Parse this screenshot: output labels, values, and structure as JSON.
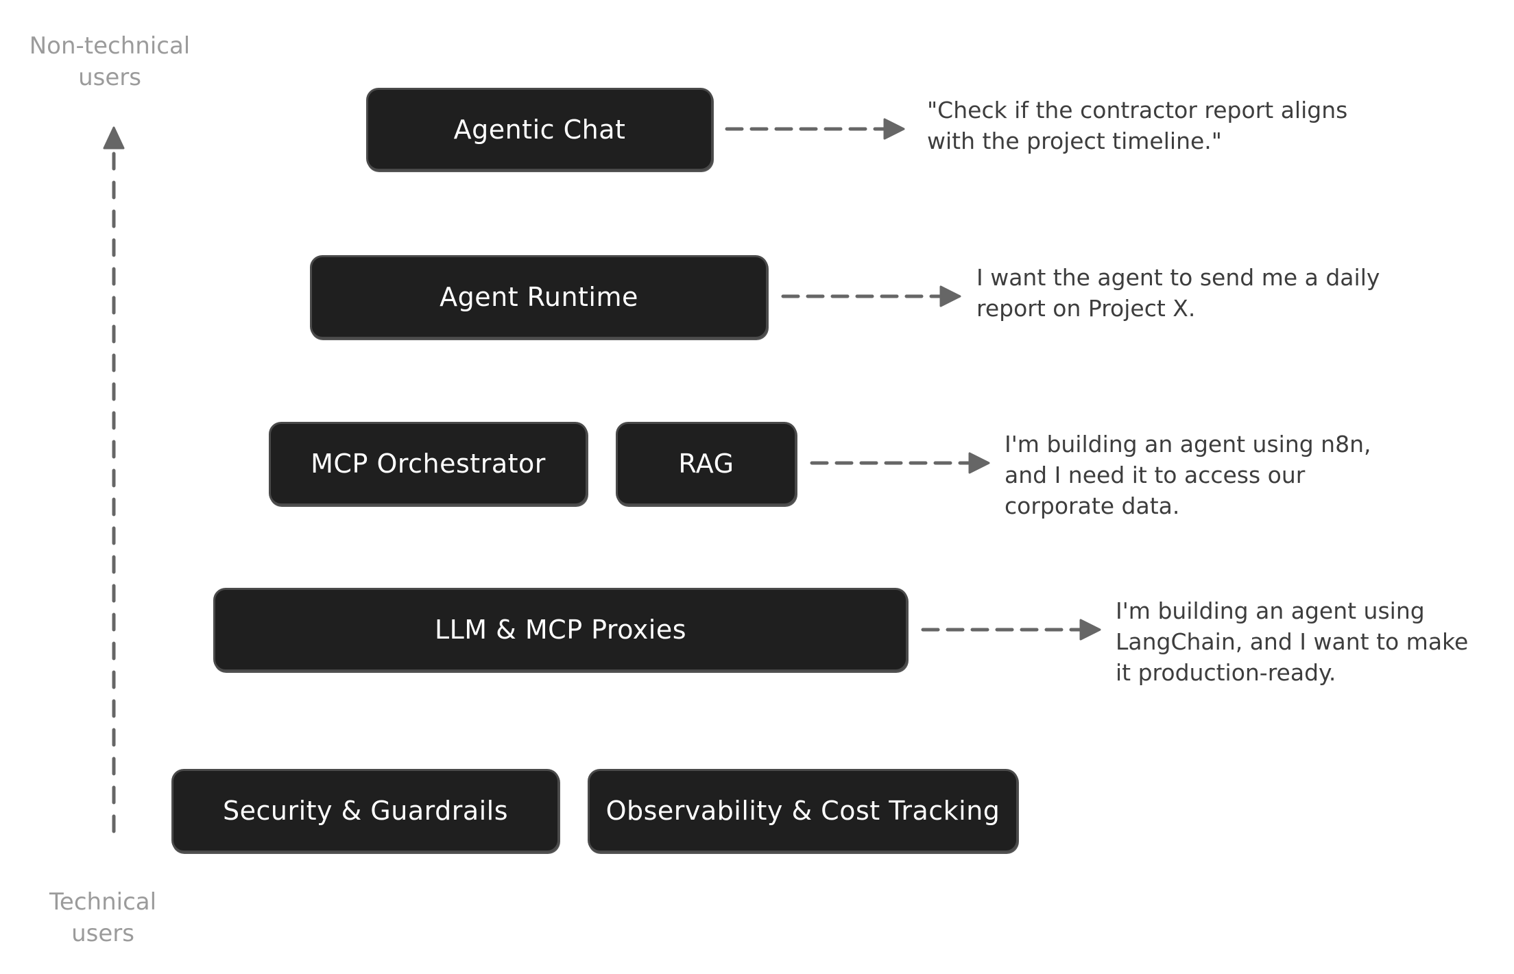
{
  "axis": {
    "top_label": "Non-technical\nusers",
    "bottom_label": "Technical\nusers",
    "arrow_color": "#666666",
    "label_color": "#9b9b9b"
  },
  "layers": [
    {
      "name": "agentic-chat",
      "boxes": [
        "Agentic Chat"
      ],
      "note": "\"Check if the contractor report aligns\n with the project timeline.\""
    },
    {
      "name": "agent-runtime",
      "boxes": [
        "Agent Runtime"
      ],
      "note": "I want the agent to send me a daily\nreport on Project X."
    },
    {
      "name": "orchestration",
      "boxes": [
        "MCP Orchestrator",
        "RAG"
      ],
      "note": "I'm building an agent using n8n,\nand I need it to access our\ncorporate data."
    },
    {
      "name": "proxies",
      "boxes": [
        "LLM & MCP Proxies"
      ],
      "note": "I'm building an agent using\nLangChain, and I want to make\nit production-ready."
    },
    {
      "name": "foundation",
      "boxes": [
        "Security & Guardrails",
        "Observability & Cost Tracking"
      ],
      "note": null
    }
  ],
  "colors": {
    "box_fill": "#1f1f1f",
    "box_text": "#ffffff",
    "note_text": "#3d3d3d",
    "connector": "#666666"
  }
}
